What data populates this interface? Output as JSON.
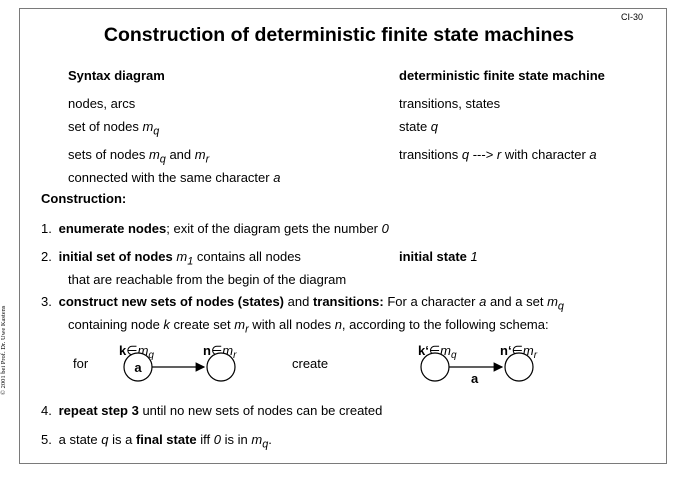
{
  "slide_id": "CI-30",
  "title": "Construction of deterministic finite state machines",
  "copyright": "© 2001 bei Prof. Dr. Uwe Kastens",
  "table": {
    "left_header": "Syntax diagram",
    "right_header": "deterministic finite state machine",
    "row1_left": "nodes, arcs",
    "row1_right": "transitions, states",
    "row2_left_pre": "set of nodes ",
    "row2_left_m": "m",
    "row2_left_sub": "q",
    "row2_right_pre": "state ",
    "row2_right_q": "q",
    "row3_left_pre": "sets of nodes ",
    "row3_left_m1": "m",
    "row3_left_sub1": "q",
    "row3_left_and": " and ",
    "row3_left_m2": "m",
    "row3_left_sub2": "r",
    "row3_left_line2_pre": "connected with the same character ",
    "row3_left_line2_a": "a",
    "row3_right_pre": "transitions  ",
    "row3_right_q": "q",
    "row3_right_arrow": " ---> ",
    "row3_right_r": "r",
    "row3_right_mid": " with character ",
    "row3_right_a": "a"
  },
  "construction": {
    "heading": "Construction:",
    "step1": {
      "num": "1.",
      "bold": "enumerate nodes",
      "text": "; exit of the diagram gets the number ",
      "zero": "0"
    },
    "step2": {
      "num": "2.",
      "bold": "initial set of nodes ",
      "m": "m",
      "sub": "1",
      "text": " contains all nodes",
      "line2": "that are reachable from the begin of the diagram",
      "right_bold": "initial state ",
      "right_one": "1"
    },
    "step3": {
      "num": "3.",
      "bold1": "construct new sets of nodes (states)",
      "and": " and ",
      "bold2": "transitions:",
      "text1": " For a character ",
      "a": "a",
      "text2": " and a set ",
      "m": "m",
      "sub": "q",
      "line2_pre": "containing node ",
      "k": "k",
      "line2_mid": " create set ",
      "m2": "m",
      "sub2": "r",
      "line2_mid2": " with all nodes ",
      "n": "n",
      "line2_end": ", according to the following schema:"
    },
    "step4": {
      "num": "4.",
      "bold": "repeat step 3",
      "text": " until no new sets of nodes can be created"
    },
    "step5": {
      "num": "5.",
      "pre": "a state ",
      "q": "q",
      "mid": " is a ",
      "bold": "final state",
      "mid2": " iff ",
      "zero": "0",
      "mid3": " is in ",
      "m": "m",
      "sub": "q",
      "end": "."
    }
  },
  "schema": {
    "for_label": "for",
    "create_label": "create",
    "left_node1_k": "k",
    "left_node1_in": "∈",
    "left_node1_m": "m",
    "left_node1_sub": "q",
    "left_node1_char": "a",
    "left_node2_n": "n",
    "left_node2_in": "∈",
    "left_node2_m": "m",
    "left_node2_sub": "r",
    "right_node1_k": "k‘",
    "right_node1_in": "∈",
    "right_node1_m": "m",
    "right_node1_sub": "q",
    "right_node2_n": "n‘",
    "right_node2_in": "∈",
    "right_node2_m": "m",
    "right_node2_sub": "r",
    "right_edge_char": "a"
  }
}
